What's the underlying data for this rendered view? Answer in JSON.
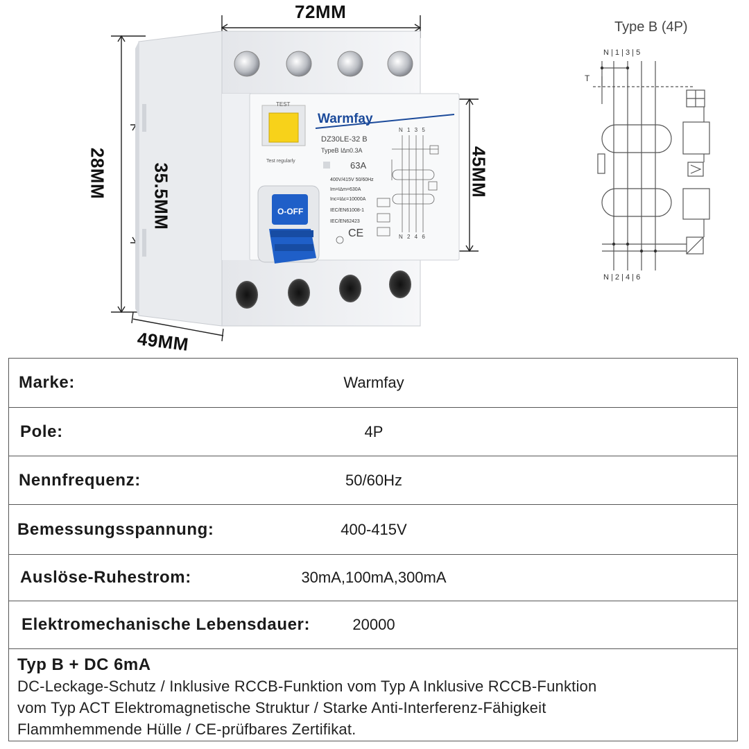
{
  "dimensions": {
    "width": "72MM",
    "depth": "49MM",
    "height": "28MM",
    "front_height": "35.5MM",
    "face_height": "45MM"
  },
  "device": {
    "brand": "Warmfay",
    "model": "DZ30LE-32 B",
    "type_line": "TypeB   I∆n0.3A",
    "rated_current": "63A",
    "spec_lines": [
      "400V/415V   50/60Hz",
      "Im=I∆m=630A",
      "Inc=I∆c=10000A",
      "IEC/EN61008-1",
      "IEC/EN62423"
    ],
    "test_button_label": "TEST",
    "test_note": "Test regularly",
    "switch_label": "O-OFF",
    "ce_mark": "CE",
    "terminals_top": "N 1 3 5",
    "terminals_bottom": "N 2 4 6",
    "colors": {
      "body": "#f4f5f7",
      "brand_blue": "#1b4a9a",
      "lever_blue": "#1f5fc8",
      "test_yellow": "#f7d21a"
    }
  },
  "wiring_diagram": {
    "title": "Type B (4P)",
    "top_terminals": "N | 1 | 3 | 5",
    "bottom_terminals": "N | 2 | 4 | 6",
    "test_marker": "T"
  },
  "spec_table": {
    "rows": [
      {
        "label": "Marke:",
        "value": "Warmfay"
      },
      {
        "label": "Pole:",
        "value": "4P"
      },
      {
        "label": "Nennfrequenz:",
        "value": "50/60Hz"
      },
      {
        "label": "Bemessungsspannung:",
        "value": "400-415V"
      },
      {
        "label": "Auslöse-Ruhestrom:",
        "value": "30mA,100mA,300mA"
      },
      {
        "label": "Elektromechanische Lebensdauer:",
        "value": "20000"
      }
    ],
    "description_title": "Typ B + DC 6mA",
    "description_lines": [
      "DC-Leckage-Schutz / Inklusive RCCB-Funktion vom Typ A Inklusive RCCB-Funktion",
      "vom Typ ACT Elektromagnetische Struktur / Starke Anti-Interferenz-Fähigkeit",
      "Flammhemmende Hülle / CE-prüfbares Zertifikat."
    ]
  }
}
